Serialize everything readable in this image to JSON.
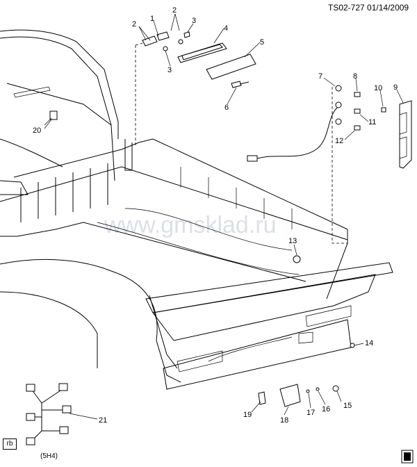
{
  "header": {
    "doc_id": "TS02-727  01/14/2009"
  },
  "watermark": "www.gmsklad.ru",
  "footer": {
    "box_code": "rb",
    "section_ref": "(5H4)"
  },
  "callouts": [
    "1",
    "2",
    "2",
    "3",
    "3",
    "4",
    "5",
    "6",
    "7",
    "8",
    "9",
    "10",
    "11",
    "12",
    "13",
    "14",
    "15",
    "16",
    "17",
    "18",
    "19",
    "20",
    "21"
  ]
}
